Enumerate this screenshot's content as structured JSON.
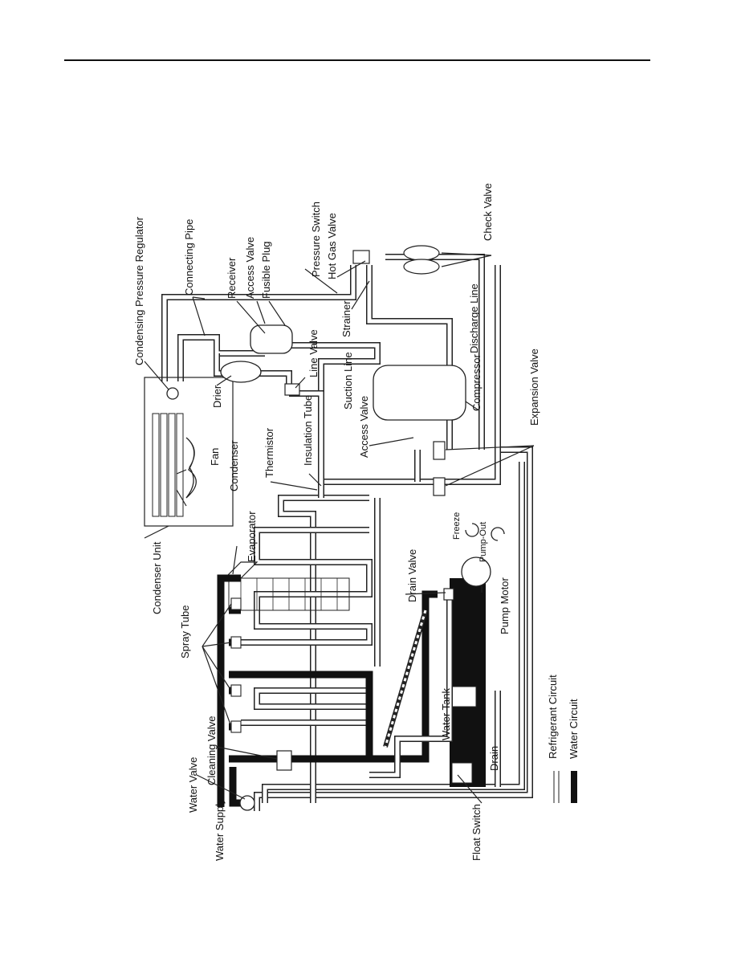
{
  "labels": {
    "condensing_pressure_regulator": "Condensing Pressure Regulator",
    "connecting_pipe": "Connecting Pipe",
    "receiver": "Receiver",
    "access_valve_top": "Access Valve",
    "fusible_plug": "Fusible Plug",
    "pressure_switch": "Pressure Switch",
    "hot_gas_valve": "Hot Gas Valve",
    "check_valve": "Check Valve",
    "strainer": "Strainer",
    "discharge_line": "Discharge Line",
    "line_valve": "Line Valve",
    "suction_line": "Suction Line",
    "compressor": "Compressor",
    "expansion_valve": "Expansion Valve",
    "access_valve_bottom": "Access Valve",
    "insulation_tube": "Insulation Tube",
    "drier": "Drier",
    "thermistor": "Thermistor",
    "fan": "Fan",
    "condenser": "Condenser",
    "condenser_unit": "Condenser Unit",
    "evaporator": "Evaporator",
    "freeze": "Freeze",
    "pump_out": "Pump-Out",
    "drain_valve": "Drain Valve",
    "pump_motor": "Pump Motor",
    "spray_tube": "Spray Tube",
    "cleaning_valve": "Cleaning Valve",
    "water_valve": "Water Valve",
    "water_supply": "Water Supply",
    "water_tank": "Water Tank",
    "drain": "Drain",
    "float_switch": "Float Switch"
  },
  "legend": {
    "refrigerant": "Refrigerant Circuit",
    "water": "Water Circuit"
  }
}
